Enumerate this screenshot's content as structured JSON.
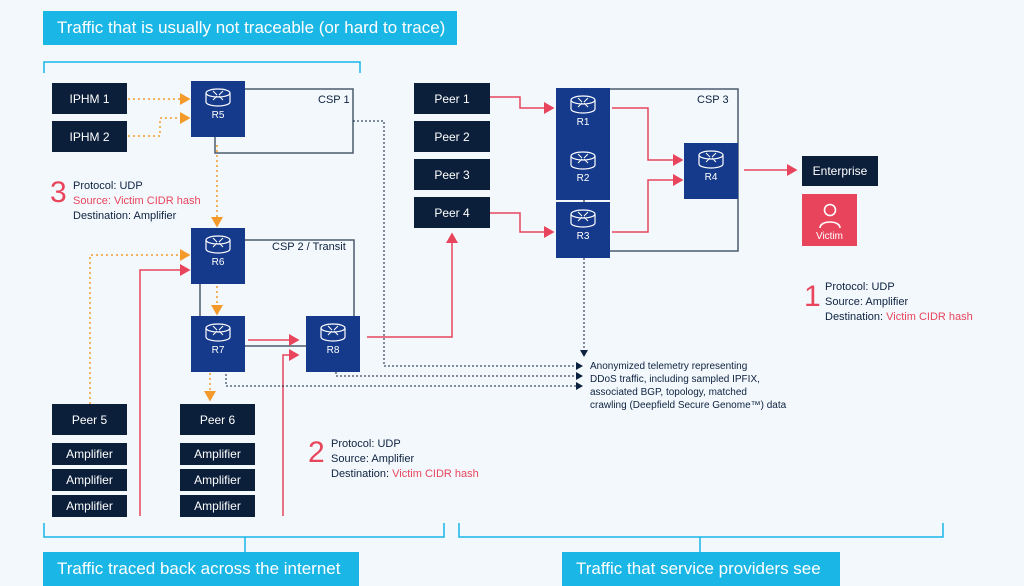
{
  "banners": {
    "top": "Traffic that is usually not traceable (or hard to trace)",
    "bottom_left": "Traffic traced back across the internet",
    "bottom_right": "Traffic that service providers see"
  },
  "nodes": {
    "iphm1": "IPHM 1",
    "iphm2": "IPHM 2",
    "peer1": "Peer 1",
    "peer2": "Peer 2",
    "peer3": "Peer 3",
    "peer4": "Peer 4",
    "peer5": "Peer 5",
    "peer6": "Peer 6",
    "amplifier": "Amplifier",
    "enterprise": "Enterprise",
    "victim": "Victim"
  },
  "routers": [
    "R1",
    "R2",
    "R3",
    "R4",
    "R5",
    "R6",
    "R7",
    "R8"
  ],
  "boxes": {
    "csp1": "CSP 1",
    "csp2": "CSP 2 / Transit",
    "csp3": "CSP 3"
  },
  "annotations": {
    "a3": {
      "num": "3",
      "l1": "Protocol: UDP",
      "l2": "Source: Victim CIDR hash",
      "l3": "Destination: Amplifier"
    },
    "a1": {
      "num": "1",
      "l1": "Protocol: UDP",
      "l2": "Source: Amplifier",
      "l3a": "Destination: ",
      "l3b": "Victim CIDR hash"
    },
    "a2": {
      "num": "2",
      "l1": "Protocol: UDP",
      "l2": "Source: Amplifier",
      "l3a": "Destination: ",
      "l3b": "Victim CIDR hash"
    }
  },
  "telemetry": {
    "l1": "Anonymized telemetry representing",
    "l2": "DDoS traffic, including sampled IPFIX,",
    "l3": "associated BGP, topology, matched",
    "l4": "crawling (Deepfield Secure Genome™) data"
  },
  "colors": {
    "banner": "#19b6e6",
    "node": "#0b1f3a",
    "router": "#153a8c",
    "attack_red": "#e8455c",
    "orange": "#f39a2b"
  }
}
